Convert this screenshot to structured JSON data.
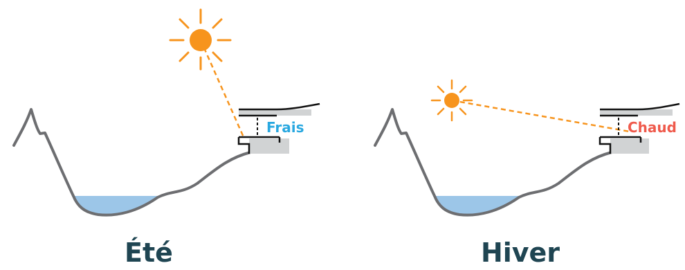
{
  "panels": {
    "summer": {
      "caption": "Été",
      "temp_label": "Frais",
      "temp_color": "#29a8e0"
    },
    "winter": {
      "caption": "Hiver",
      "temp_label": "Chaud",
      "temp_color": "#ef5a4c"
    }
  },
  "colors": {
    "sun": "#f7941d",
    "sun_ray": "#f7941d",
    "terrain": "#6d6e71",
    "water": "#9cc6e8",
    "building": "#d1d3d4",
    "caption": "#1f4552"
  },
  "icons": [
    "sun-icon",
    "building-icon"
  ]
}
